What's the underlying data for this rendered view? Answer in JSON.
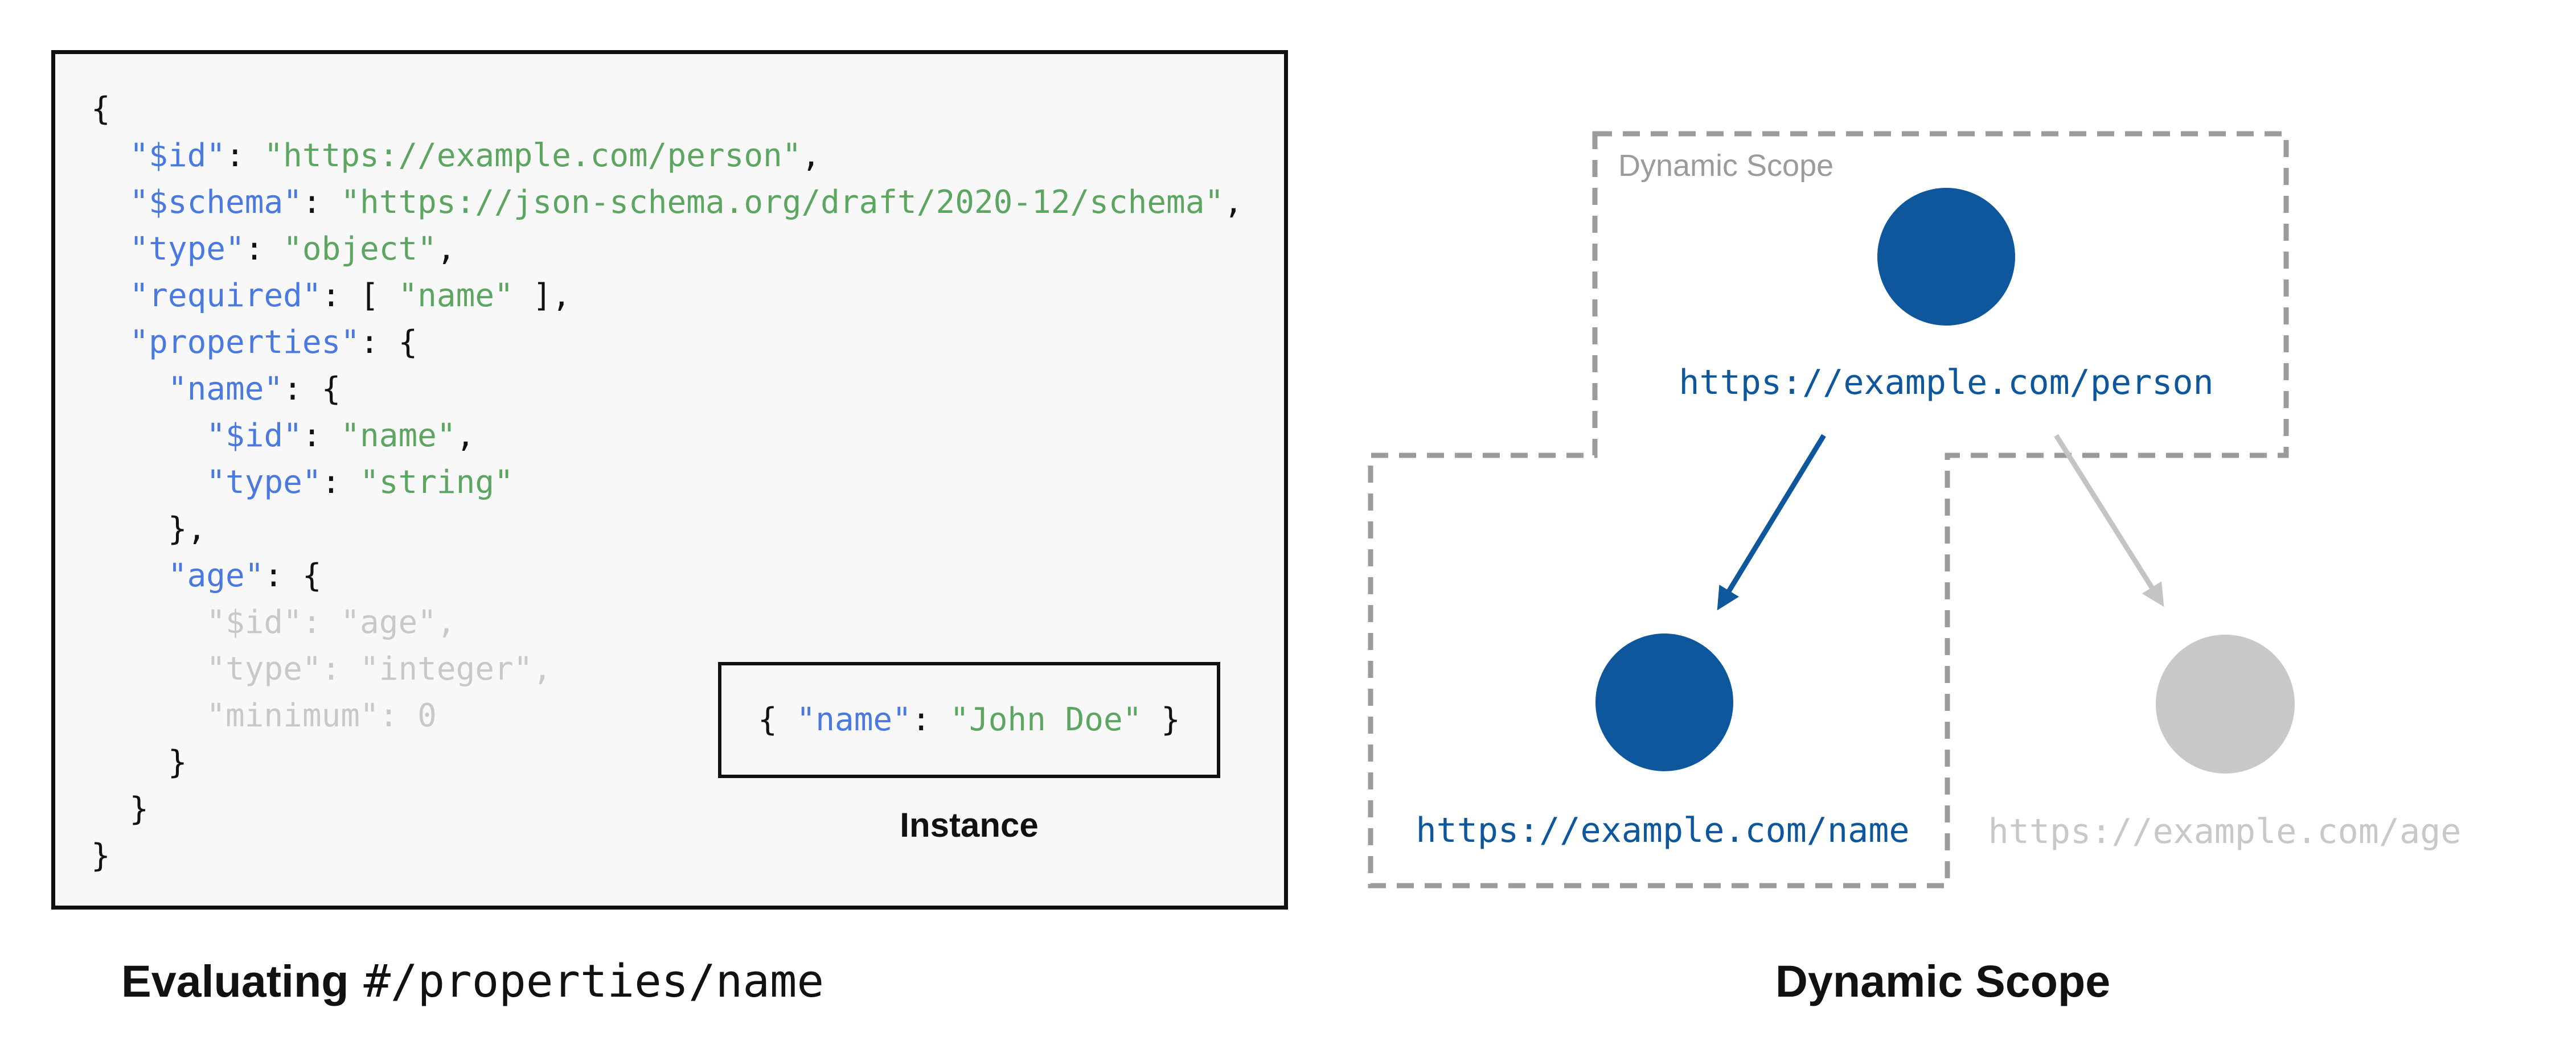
{
  "colors": {
    "ink": "#111111",
    "page_bg": "#ffffff",
    "code_bg": "#f8f8f8",
    "key_blue": "#4a7ae0",
    "string_green": "#5ca661",
    "muted_gray": "#c8c8c8",
    "node_blue": "#0f579d",
    "node_gray": "#c8c8c8",
    "arrow_gray": "#c4c4c4",
    "scope_border_gray": "#9b9b9b",
    "scope_label_gray": "#9b9b9b"
  },
  "left_panel": {
    "code_lines": [
      [
        [
          "p",
          "{"
        ]
      ],
      [
        [
          "p",
          "  "
        ],
        [
          "k",
          "\"$id\""
        ],
        [
          "p",
          ": "
        ],
        [
          "s",
          "\"https://example.com/person\""
        ],
        [
          "p",
          ","
        ]
      ],
      [
        [
          "p",
          "  "
        ],
        [
          "k",
          "\"$schema\""
        ],
        [
          "p",
          ": "
        ],
        [
          "s",
          "\"https://json-schema.org/draft/2020-12/schema\""
        ],
        [
          "p",
          ","
        ]
      ],
      [
        [
          "p",
          "  "
        ],
        [
          "k",
          "\"type\""
        ],
        [
          "p",
          ": "
        ],
        [
          "s",
          "\"object\""
        ],
        [
          "p",
          ","
        ]
      ],
      [
        [
          "p",
          "  "
        ],
        [
          "k",
          "\"required\""
        ],
        [
          "p",
          ": [ "
        ],
        [
          "s",
          "\"name\""
        ],
        [
          "p",
          " ],"
        ]
      ],
      [
        [
          "p",
          "  "
        ],
        [
          "k",
          "\"properties\""
        ],
        [
          "p",
          ": {"
        ]
      ],
      [
        [
          "p",
          "    "
        ],
        [
          "k",
          "\"name\""
        ],
        [
          "p",
          ": {"
        ]
      ],
      [
        [
          "p",
          "      "
        ],
        [
          "k",
          "\"$id\""
        ],
        [
          "p",
          ": "
        ],
        [
          "s",
          "\"name\""
        ],
        [
          "p",
          ","
        ]
      ],
      [
        [
          "p",
          "      "
        ],
        [
          "k",
          "\"type\""
        ],
        [
          "p",
          ": "
        ],
        [
          "s",
          "\"string\""
        ]
      ],
      [
        [
          "p",
          "    },"
        ]
      ],
      [
        [
          "p",
          "    "
        ],
        [
          "k",
          "\"age\""
        ],
        [
          "p",
          ": {"
        ]
      ],
      [
        [
          "g",
          "      \"$id\": \"age\","
        ]
      ],
      [
        [
          "g",
          "      \"type\": \"integer\","
        ]
      ],
      [
        [
          "g",
          "      \"minimum\": 0"
        ]
      ],
      [
        [
          "p",
          "    }"
        ]
      ],
      [
        [
          "p",
          "  }"
        ]
      ],
      [
        [
          "p",
          "}"
        ]
      ]
    ],
    "instance_tokens": [
      [
        [
          "p",
          "{ "
        ],
        [
          "k",
          "\"name\""
        ],
        [
          "p",
          ": "
        ],
        [
          "s",
          "\"John Doe\""
        ],
        [
          "p",
          " }"
        ]
      ]
    ],
    "instance_label": "Instance",
    "caption_bold": "Evaluating",
    "caption_mono": "#/properties/name"
  },
  "diagram": {
    "scope_label": "Dynamic Scope",
    "caption": "Dynamic Scope",
    "nodes": [
      {
        "id": "person",
        "label": "https://example.com/person",
        "state": "in-scope"
      },
      {
        "id": "name",
        "label": "https://example.com/name",
        "state": "in-scope"
      },
      {
        "id": "age",
        "label": "https://example.com/age",
        "state": "out-of-scope"
      }
    ]
  }
}
